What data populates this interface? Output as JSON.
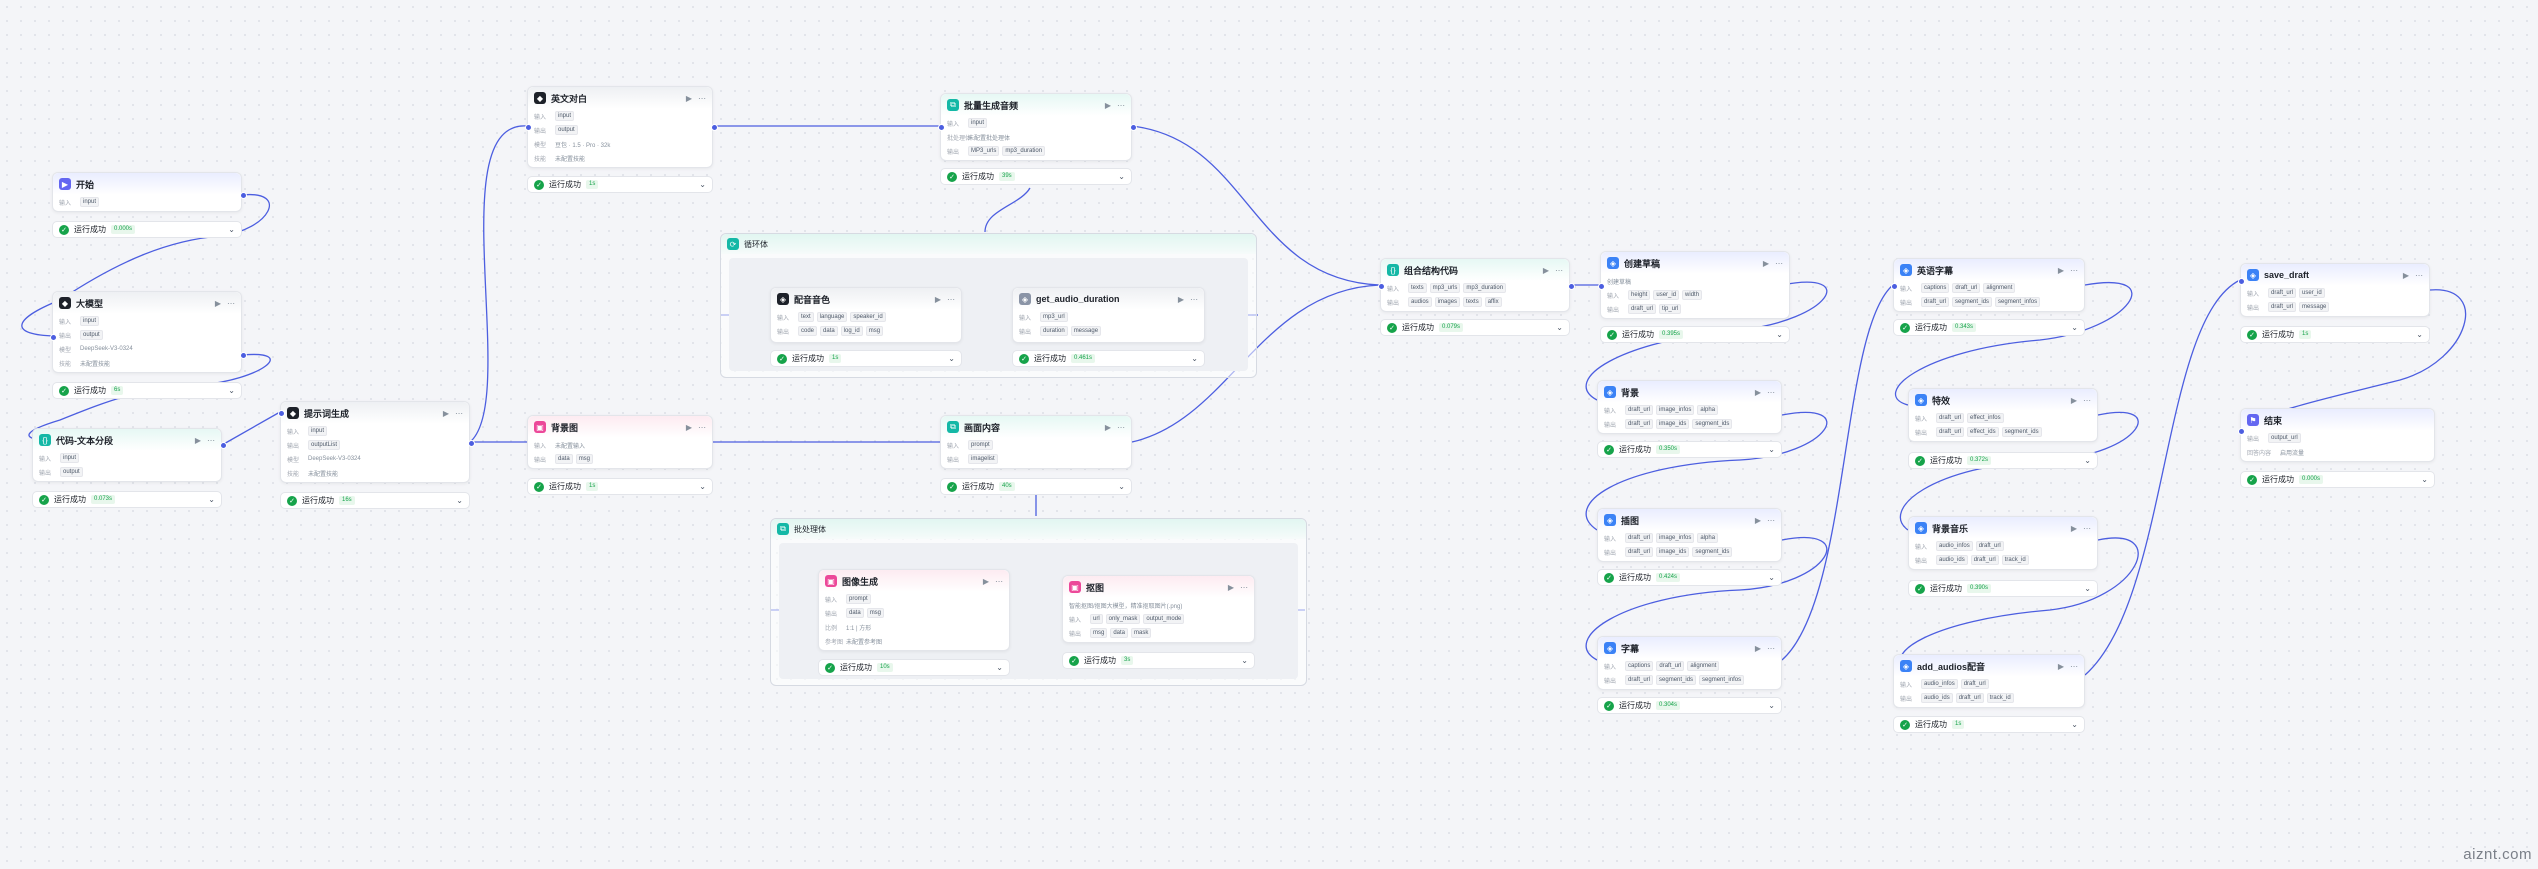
{
  "nodes": {
    "start": {
      "title": "开始",
      "in_label": "输入",
      "in": "input"
    },
    "llm": {
      "title": "大模型",
      "in_label": "输入",
      "out_label": "输出",
      "in": "input",
      "out": "output",
      "model_label": "模型",
      "model": "DeepSeek-V3-0324",
      "skill_label": "技能",
      "skill": "未配置技能"
    },
    "code_split": {
      "title": "代码-文本分段",
      "in_label": "输入",
      "out_label": "输出",
      "in": "input",
      "out": "output"
    },
    "prompt_gen": {
      "title": "提示词生成",
      "in_label": "输入",
      "out_label": "输出",
      "in": "input",
      "out": "outputList",
      "model_label": "模型",
      "model": "DeepSeek-V3-0324",
      "skill_label": "技能",
      "skill": "未配置技能"
    },
    "en_dialog": {
      "title": "英文对白",
      "in_label": "输入",
      "out_label": "输出",
      "in": "input",
      "out": "output",
      "model_label": "模型",
      "model": "豆包 · 1.5 · Pro · 32k",
      "skill_label": "技能",
      "skill": "未配置技能"
    },
    "bgimg": {
      "title": "背景图",
      "in_label": "输入",
      "out_label": "输出",
      "in": "未配置输入",
      "out_a": "data",
      "out_b": "msg"
    },
    "batch_audio": {
      "title": "批量生成音频",
      "in_label": "输入",
      "in": "input",
      "in2_label": "批处理体",
      "in2": "未配置批处理体",
      "out_label": "输出",
      "out_a": "MP3_urls",
      "out_b": "mp3_duration"
    },
    "scene": {
      "title": "画面内容",
      "in_label": "输入",
      "out_label": "输出",
      "in": "prompt",
      "out": "imagelist"
    },
    "voice": {
      "title": "配音音色",
      "in_label": "输入",
      "out_label": "输出",
      "in_a": "text",
      "in_b": "language",
      "in_c": "speaker_id",
      "out_a": "code",
      "out_b": "data",
      "out_c": "log_id",
      "out_d": "msg"
    },
    "get_dur": {
      "title": "get_audio_duration",
      "in_label": "输入",
      "out_label": "输出",
      "in": "mp3_url",
      "out_a": "duration",
      "out_b": "message"
    },
    "imggen": {
      "title": "图像生成",
      "in_label": "输入",
      "out_label": "输出",
      "in": "prompt",
      "out_a": "data",
      "out_b": "msg",
      "ratio_label": "比例",
      "ratio": "1:1 | 方形",
      "ref_label": "参考图",
      "ref": "未配置参考图"
    },
    "cutout": {
      "title": "抠图",
      "desc": "智能抠图/抠图大模型，精准抠取图片(.png)",
      "in_label": "输入",
      "out_label": "输出",
      "in_a": "url",
      "in_b": "only_mask",
      "in_c": "output_mode",
      "out_a": "msg",
      "out_b": "data",
      "out_c": "mask"
    },
    "combine": {
      "title": "组合结构代码",
      "in_label": "输入",
      "out_label": "输出",
      "in_a": "texts",
      "in_b": "mp3_urls",
      "in_c": "mp3_duration",
      "out_a": "audios",
      "out_b": "images",
      "out_c": "texts",
      "out_d": "affix"
    },
    "create_draft": {
      "title": "创建草稿",
      "desc": "创建草稿",
      "in_label": "输入",
      "out_label": "输出",
      "in_a": "height",
      "in_b": "user_id",
      "in_c": "width",
      "out_a": "draft_url",
      "out_b": "tip_url"
    },
    "bg2": {
      "title": "背景",
      "in_label": "输入",
      "out_label": "输出",
      "in_a": "draft_url",
      "in_b": "image_infos",
      "in_c": "alpha",
      "out_a": "draft_url",
      "out_b": "image_ids",
      "out_c": "segment_ids"
    },
    "fg": {
      "title": "插图",
      "in_label": "输入",
      "out_label": "输出",
      "in_a": "draft_url",
      "in_b": "image_infos",
      "in_c": "alpha",
      "out_a": "draft_url",
      "out_b": "image_ids",
      "out_c": "segment_ids"
    },
    "subtitle": {
      "title": "字幕",
      "in_label": "输入",
      "out_label": "输出",
      "in_a": "captions",
      "in_b": "draft_url",
      "in_c": "alignment",
      "out_a": "draft_url",
      "out_b": "segment_ids",
      "out_c": "segment_infos"
    },
    "en_sub": {
      "title": "英语字幕",
      "in_label": "输入",
      "out_label": "输出",
      "in_a": "captions",
      "in_b": "draft_url",
      "in_c": "alignment",
      "out_a": "draft_url",
      "out_b": "segment_ids",
      "out_c": "segment_infos"
    },
    "effect": {
      "title": "特效",
      "in_label": "输入",
      "out_label": "输出",
      "in_a": "draft_url",
      "in_b": "effect_infos",
      "out_a": "draft_url",
      "out_b": "effect_ids",
      "out_c": "segment_ids"
    },
    "bgm": {
      "title": "背景音乐",
      "in_label": "输入",
      "out_label": "输出",
      "in_a": "audio_infos",
      "in_b": "draft_url",
      "out_a": "audio_ids",
      "out_b": "draft_url",
      "out_c": "track_id"
    },
    "add_audio": {
      "title": "add_audios配音",
      "in_label": "输入",
      "out_label": "输出",
      "in_a": "audio_infos",
      "in_b": "draft_url",
      "out_a": "audio_ids",
      "out_b": "draft_url",
      "out_c": "track_id"
    },
    "save": {
      "title": "save_draft",
      "in_label": "输入",
      "out_label": "输出",
      "in_a": "draft_url",
      "in_b": "user_id",
      "out_a": "draft_url",
      "out_b": "message"
    },
    "end": {
      "title": "结束",
      "in_label": "输出",
      "in": "output_url",
      "ans_label": "回答内容",
      "ans": "启用流量"
    }
  },
  "groups": {
    "loop": {
      "title": "循环体"
    },
    "batch": {
      "title": "批处理体"
    }
  },
  "statuses": {
    "start": "运行成功",
    "start_t": "0.000s",
    "llm": "运行成功",
    "llm_t": "6s",
    "code_split": "运行成功",
    "code_split_t": "0.073s",
    "prompt_gen": "运行成功",
    "prompt_gen_t": "16s",
    "en_dialog": "运行成功",
    "en_dialog_t": "1s",
    "bgimg": "运行成功",
    "bgimg_t": "1s",
    "batch_audio": "运行成功",
    "batch_audio_t": "39s",
    "scene": "运行成功",
    "scene_t": "40s",
    "voice": "运行成功",
    "voice_t": "1s",
    "get_dur": "运行成功",
    "get_dur_t": "0.461s",
    "imggen": "运行成功",
    "imggen_t": "10s",
    "cutout": "运行成功",
    "cutout_t": "3s",
    "combine": "运行成功",
    "combine_t": "0.079s",
    "create_draft": "运行成功",
    "create_draft_t": "0.395s",
    "bg2": "运行成功",
    "bg2_t": "0.350s",
    "fg": "运行成功",
    "fg_t": "0.424s",
    "subtitle": "运行成功",
    "subtitle_t": "0.304s",
    "en_sub": "运行成功",
    "en_sub_t": "0.343s",
    "effect": "运行成功",
    "effect_t": "0.372s",
    "bgm": "运行成功",
    "bgm_t": "0.390s",
    "add_audio": "运行成功",
    "add_audio_t": "1s",
    "save": "运行成功",
    "save_t": "1s",
    "end": "运行成功",
    "end_t": "0.000s"
  },
  "icons": {
    "llm": "brain-icon",
    "code": "code-icon",
    "plugin": "plugin-icon",
    "image": "image-icon",
    "start": "play-icon",
    "end": "flag-icon"
  },
  "colors": {
    "accent": "#4c5ee0",
    "success": "#16a34a",
    "teal": "#14b8a6",
    "pink": "#ec4899"
  },
  "watermark": "aiznt.com"
}
